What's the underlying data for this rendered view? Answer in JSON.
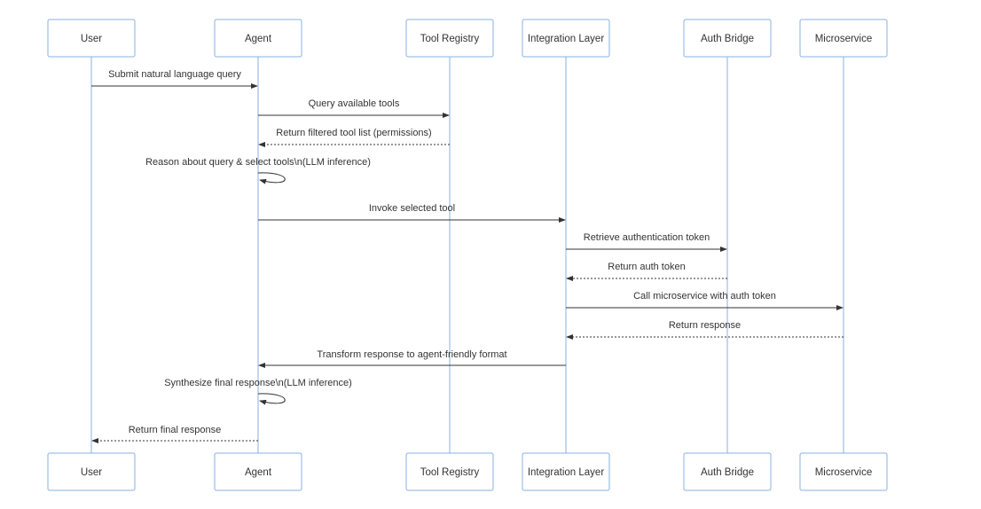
{
  "participants": [
    {
      "id": "user",
      "label": "User"
    },
    {
      "id": "agent",
      "label": "Agent"
    },
    {
      "id": "tool_registry",
      "label": "Tool Registry"
    },
    {
      "id": "integration_layer",
      "label": "Integration Layer"
    },
    {
      "id": "auth_bridge",
      "label": "Auth Bridge"
    },
    {
      "id": "microservice",
      "label": "Microservice"
    }
  ],
  "messages": [
    {
      "from": "user",
      "to": "agent",
      "label": "Submit natural language query",
      "style": "solid"
    },
    {
      "from": "agent",
      "to": "tool_registry",
      "label": "Query available tools",
      "style": "solid"
    },
    {
      "from": "tool_registry",
      "to": "agent",
      "label": "Return filtered tool list (permissions)",
      "style": "dotted"
    },
    {
      "from": "agent",
      "to": "agent",
      "label": "Reason about query & select tools\\n(LLM inference)",
      "style": "solid"
    },
    {
      "from": "agent",
      "to": "integration_layer",
      "label": "Invoke selected tool",
      "style": "solid"
    },
    {
      "from": "integration_layer",
      "to": "auth_bridge",
      "label": "Retrieve authentication token",
      "style": "solid"
    },
    {
      "from": "auth_bridge",
      "to": "integration_layer",
      "label": "Return auth token",
      "style": "dotted"
    },
    {
      "from": "integration_layer",
      "to": "microservice",
      "label": "Call microservice with auth token",
      "style": "solid"
    },
    {
      "from": "microservice",
      "to": "integration_layer",
      "label": "Return response",
      "style": "dotted"
    },
    {
      "from": "integration_layer",
      "to": "agent",
      "label": "Transform response to agent-friendly format",
      "style": "solid"
    },
    {
      "from": "agent",
      "to": "agent",
      "label": "Synthesize final response\\n(LLM inference)",
      "style": "solid"
    },
    {
      "from": "agent",
      "to": "user",
      "label": "Return final response",
      "style": "dotted"
    }
  ],
  "colors": {
    "box_border": "#8ab0e0",
    "lifeline": "#8ab0e0",
    "text": "#333333",
    "arrow": "#333333",
    "background": "#ffffff"
  }
}
